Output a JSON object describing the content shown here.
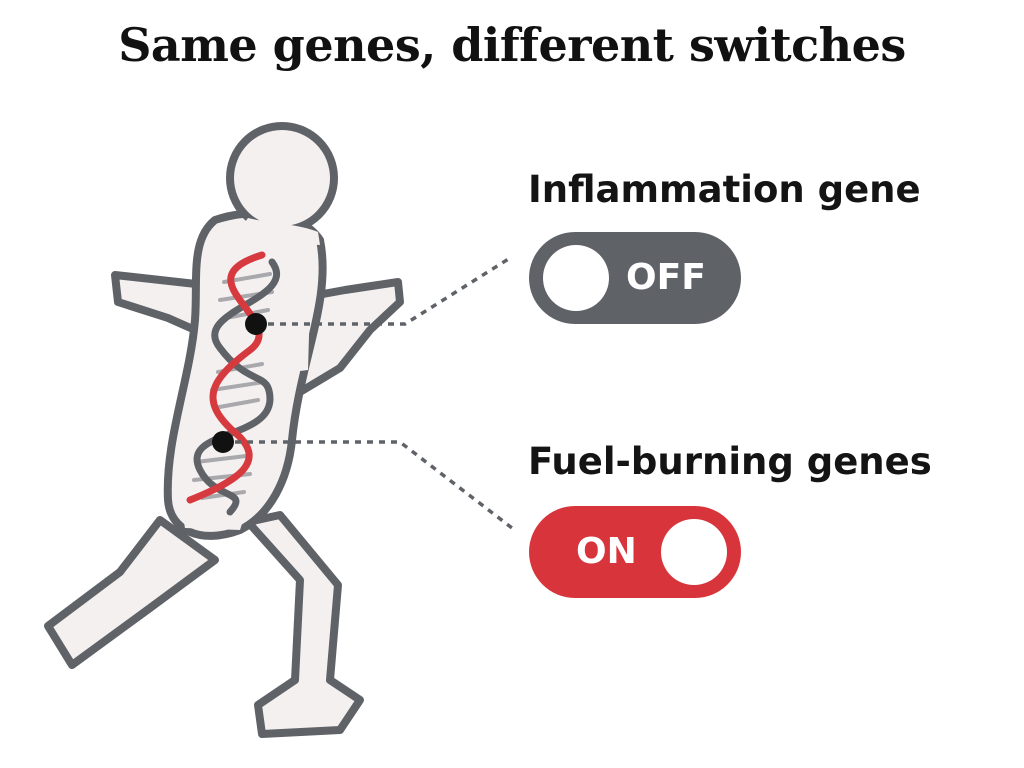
{
  "title": "Same genes, different switches",
  "colors": {
    "body_fill": "#f5f0f0",
    "body_stroke": "#5f6368",
    "dna_red": "#d63a3f",
    "dna_grey": "#5f6368",
    "off_toggle": "#5f6368",
    "on_toggle": "#d7353b",
    "connector": "#5f6368"
  },
  "genes": [
    {
      "label": "Inflammation gene",
      "state": "OFF"
    },
    {
      "label": "Fuel-burning genes",
      "state": "ON"
    }
  ]
}
